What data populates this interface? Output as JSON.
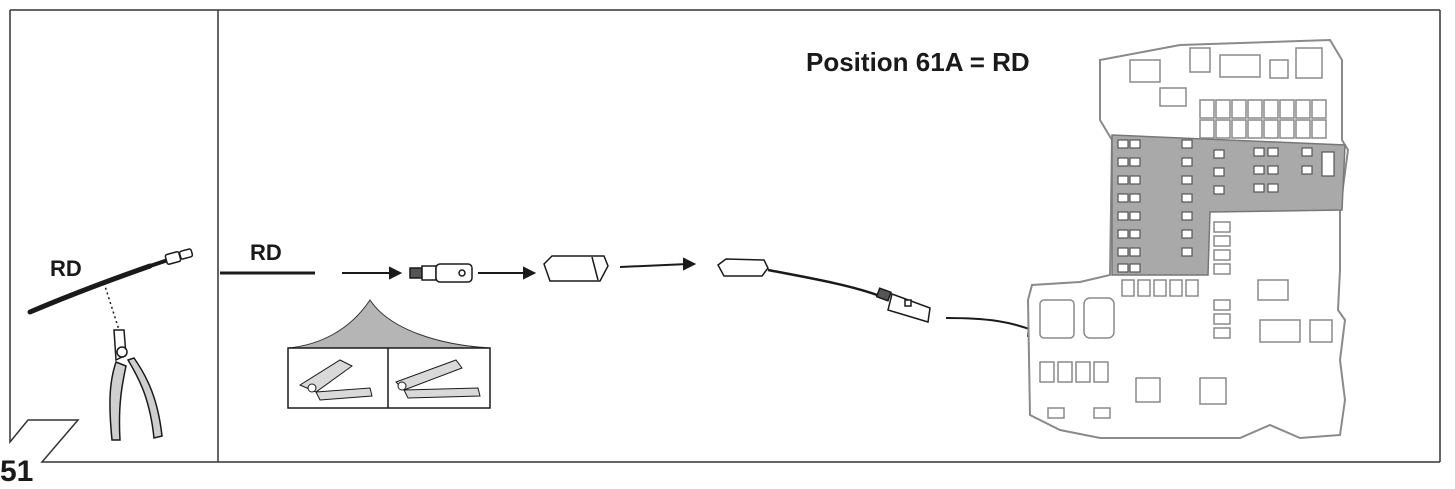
{
  "step": {
    "number": "51"
  },
  "panel_left": {
    "wire_color_label": "RD"
  },
  "panel_main": {
    "wire_color_label": "RD",
    "position_label": "Position 61A = RD"
  },
  "colors": {
    "line": "#1a1a1a",
    "fuse_box_fill": "#a9a9a9",
    "fuse_box_stroke": "#8a8a8a"
  }
}
